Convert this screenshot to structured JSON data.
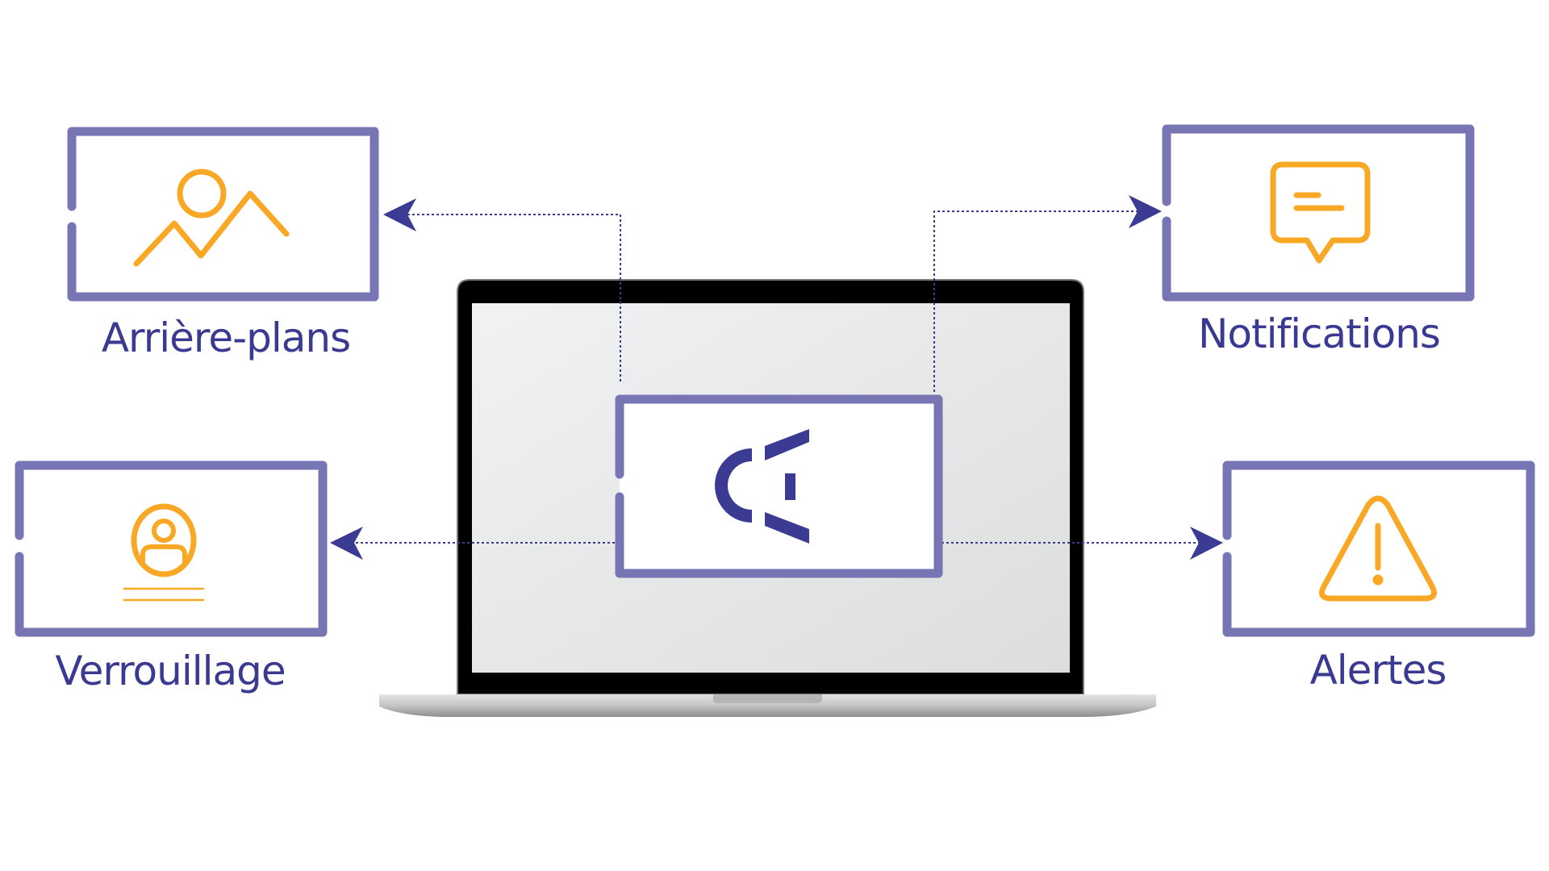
{
  "labels": {
    "backgrounds": "Arrière-plans",
    "notifications": "Notifications",
    "lock": "Verrouillage",
    "alerts": "Alertes"
  },
  "colors": {
    "frame": "#7775b4",
    "icon": "#f9a825",
    "brand": "#3b3b94"
  },
  "icons": [
    "image-icon",
    "chat-icon",
    "user-icon",
    "warning-icon",
    "logo-icon",
    "laptop-icon"
  ]
}
